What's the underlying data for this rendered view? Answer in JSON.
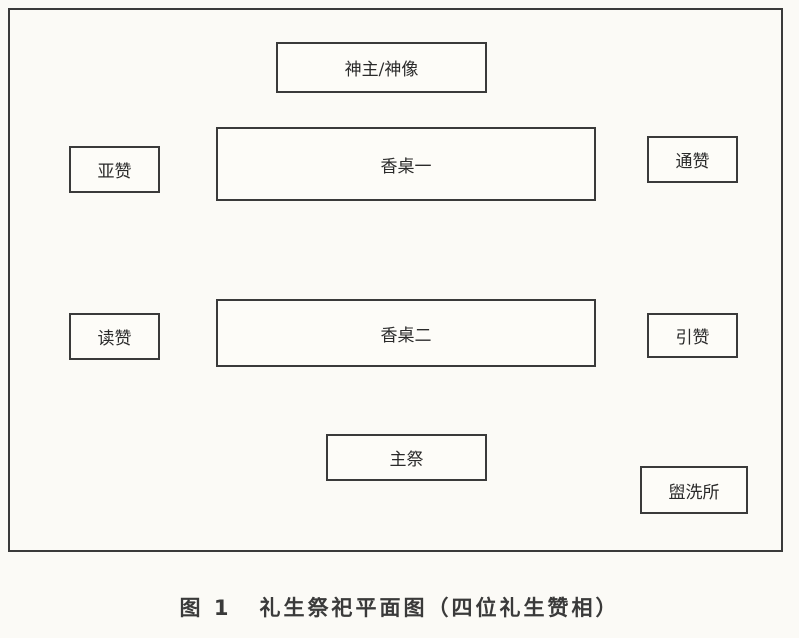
{
  "diagram": {
    "boxes": {
      "shenzhu": "神主/神像",
      "xiangzhuo1": "香桌一",
      "yazan": "亚赞",
      "tongzan": "通赞",
      "duzan": "读赞",
      "xiangzhuo2": "香桌二",
      "yinzan": "引赞",
      "zhuji": "主祭",
      "guanxisuo": "盥洗所"
    }
  },
  "caption": {
    "figure_number": "图 1",
    "title": "礼生祭祀平面图（四位礼生赞相）"
  }
}
